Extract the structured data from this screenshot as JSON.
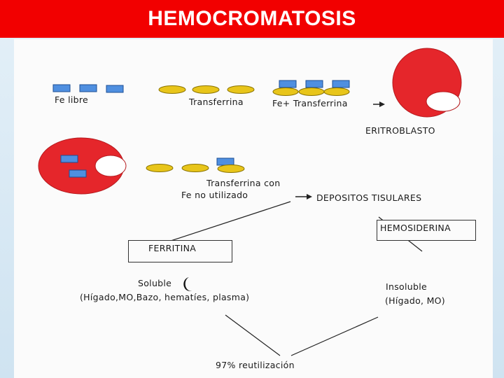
{
  "header": {
    "title": "HEMOCROMATOSIS"
  },
  "diagram": {
    "labels": {
      "fe_libre": "Fe libre",
      "transferrina": "Transferrina",
      "fe_transferrina": "Fe+ Transferrina",
      "eritroblasto": "ERITROBLASTO",
      "transferrina_con": "Transferrina con",
      "fe_no_utilizado": "Fe no utilizado",
      "depositos": "DEPOSITOS TISULARES",
      "hemosiderina": "HEMOSIDERINA",
      "ferritina": "FERRITINA",
      "soluble": "Soluble",
      "soluble_sitios": "(Hígado,MO,Bazo, hematíes, plasma)",
      "insoluble": "Insoluble",
      "insoluble_sitios": "(Hígado, MO)",
      "reutilizacion": "97% reutilización"
    },
    "colors": {
      "cell": "#e5262b",
      "iron": "#4f8fe0",
      "transferrin": "#e8c51a",
      "title_bar": "#f20000"
    }
  }
}
